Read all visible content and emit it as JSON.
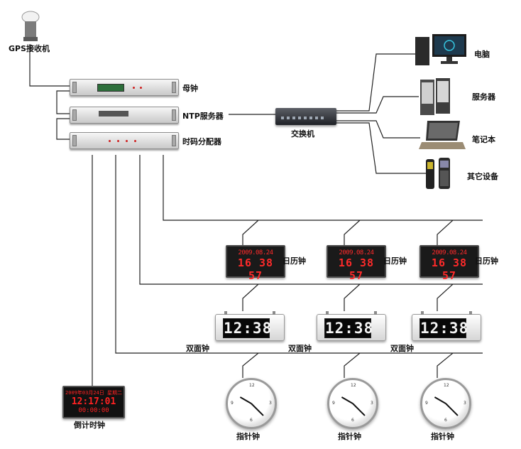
{
  "labels": {
    "gps": "GPS接收机",
    "master_clock": "母钟",
    "ntp_server": "NTP服务器",
    "distributor": "时码分配器",
    "switch": "交换机",
    "computer": "电脑",
    "server": "服务器",
    "laptop": "笔记本",
    "other": "其它设备",
    "calendar_clock": "日历钟",
    "double_clock": "双面钟",
    "analog_clock": "指针钟",
    "countdown": "倒计时钟"
  },
  "displays": {
    "calendar_date": "2009.08.24",
    "calendar_time": "16 38 57",
    "double_time": "12:38",
    "countdown_date": "2009年03月24日 星期二",
    "countdown_time": "12:17:01",
    "countdown_timer": "00:00:00"
  },
  "colors": {
    "led_red": "#ff2a2a",
    "line": "#222222"
  },
  "icons": [
    "gps-antenna-icon",
    "rack-unit",
    "network-switch",
    "desktop-computer-icon",
    "server-tower-icon",
    "laptop-icon",
    "handheld-terminal-icon"
  ]
}
